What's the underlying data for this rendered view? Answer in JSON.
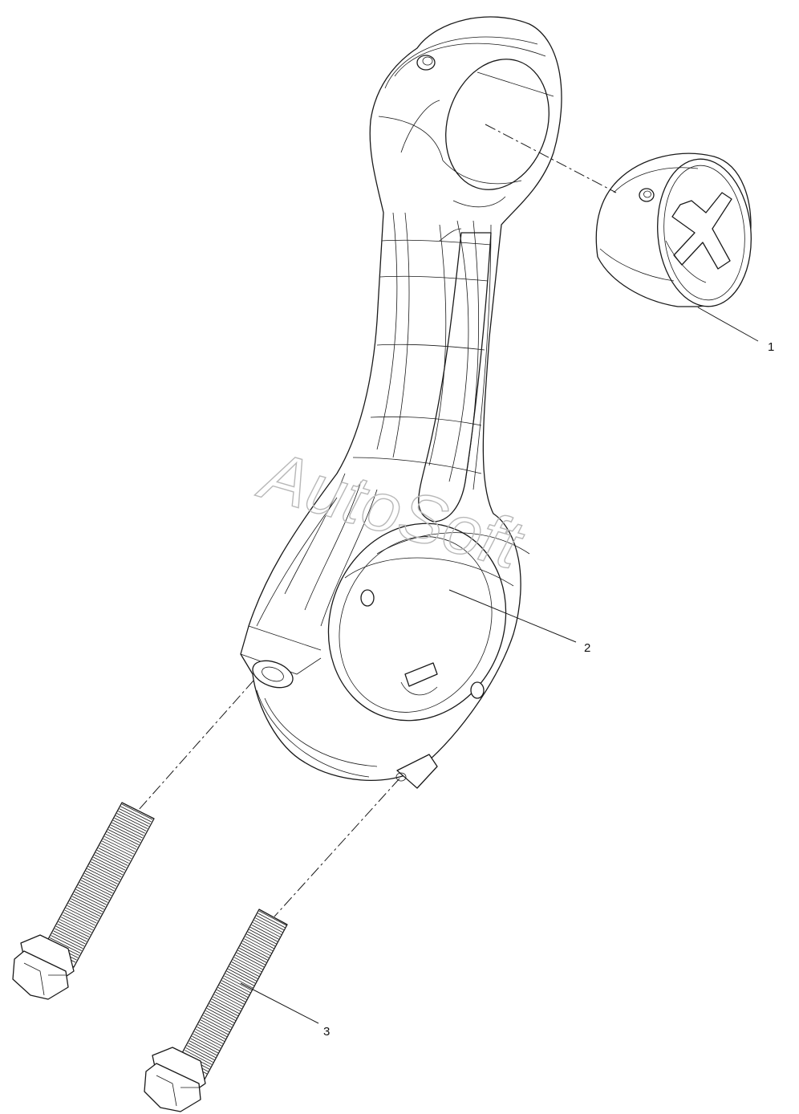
{
  "callouts": [
    {
      "label": "1",
      "part": "bushing"
    },
    {
      "label": "2",
      "part": "connecting-rod"
    },
    {
      "label": "3",
      "part": "bolt"
    }
  ],
  "watermark": "AutoSoft",
  "colors": {
    "line": "#1a1a1a",
    "background": "#ffffff",
    "watermark": "#b8b8b8"
  }
}
